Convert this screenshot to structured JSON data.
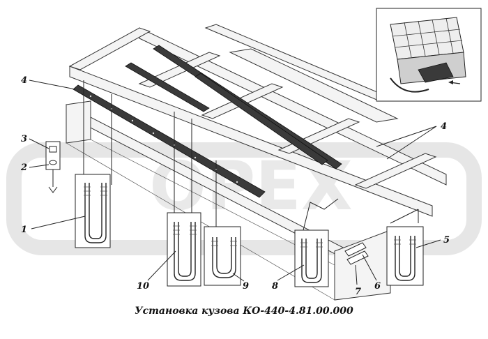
{
  "caption": "Установка кузова КО-440-4.81.00.000",
  "callouts": {
    "c1": "1",
    "c2": "2",
    "c3": "3",
    "c4a": "4",
    "c4b": "4",
    "c5": "5",
    "c6": "6",
    "c7": "7",
    "c8": "8",
    "c9": "9",
    "c10": "10"
  },
  "watermark": "ОРЕХ"
}
